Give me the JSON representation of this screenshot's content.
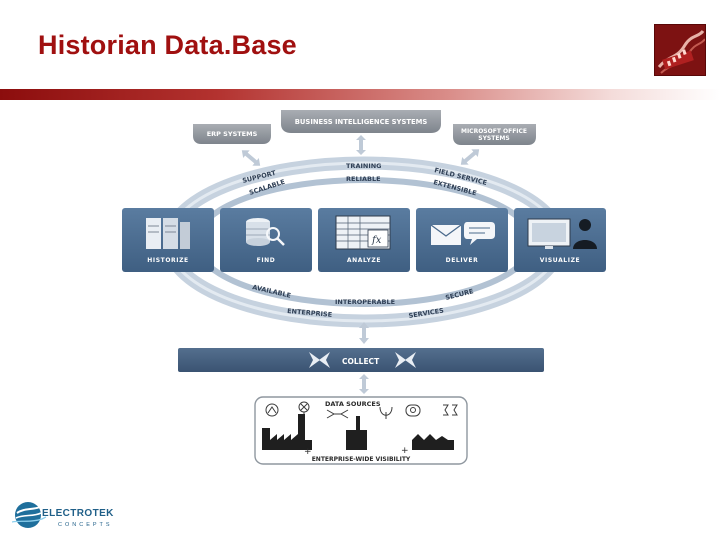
{
  "slide": {
    "title": "Historian Data.Base"
  },
  "top_boxes": {
    "erp": "ERP SYSTEMS",
    "bi": "BUSINESS INTELLIGENCE SYSTEMS",
    "ms_office_line1": "MICROSOFT OFFICE",
    "ms_office_line2": "SYSTEMS"
  },
  "ring_words": {
    "support": "SUPPORT",
    "scalable": "SCALABLE",
    "training": "TRAINING",
    "reliable": "RELIABLE",
    "field_service": "FIELD SERVICE",
    "extensible": "EXTENSIBLE",
    "available": "AVAILABLE",
    "interoperable": "INTEROPERABLE",
    "secure": "SECURE",
    "enterprise": "ENTERPRISE",
    "services": "SERVICES"
  },
  "modules": [
    {
      "label": "HISTORIZE",
      "icon": "server-rack-icon"
    },
    {
      "label": "FIND",
      "icon": "database-search-icon"
    },
    {
      "label": "ANALYZE",
      "icon": "spreadsheet-formula-icon"
    },
    {
      "label": "DELIVER",
      "icon": "mail-chat-icon"
    },
    {
      "label": "VISUALIZE",
      "icon": "monitor-user-icon"
    }
  ],
  "collect": {
    "label": "COLLECT"
  },
  "data_sources": {
    "title": "DATA SOURCES",
    "footer": "ENTERPRISE-WIDE VISIBILITY"
  },
  "footer_logo": {
    "name": "ELECTROTEK",
    "tagline": "CONCEPTS"
  },
  "colors": {
    "title": "#a01010",
    "module_fill": "#4a6a8c",
    "ring": "#bccbdc",
    "grey_box": "#8a9099"
  }
}
